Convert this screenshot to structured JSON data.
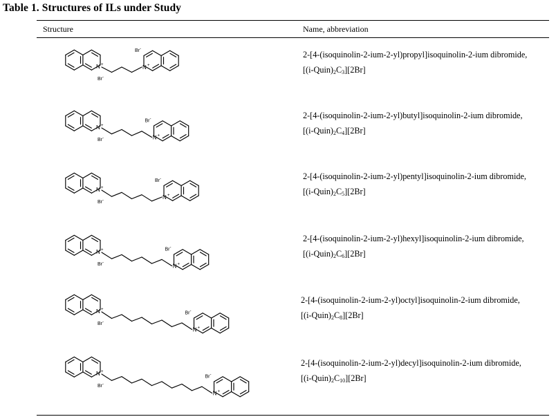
{
  "table": {
    "title": "Table 1. Structures of ILs under Study",
    "header": {
      "structure": "Structure",
      "name": "Name, abbreviation"
    },
    "rows": [
      {
        "chain_carbons": 3,
        "name": "2-[4-(isoquinolin-2-ium-2-yl)propyl]isoquinolin-2-ium dibromide,",
        "abbr_pre": "[(i-Quin)",
        "abbr_sub1": "2",
        "abbr_mid": "C",
        "abbr_sub2": "3",
        "abbr_post": "][2Br]"
      },
      {
        "chain_carbons": 4,
        "name": "2-[4-(isoquinolin-2-ium-2-yl)butyl]isoquinolin-2-ium dibromide,",
        "abbr_pre": "[(i-Quin)",
        "abbr_sub1": "2",
        "abbr_mid": "C",
        "abbr_sub2": "4",
        "abbr_post": "][2Br]"
      },
      {
        "chain_carbons": 5,
        "name": "2-[4-(isoquinolin-2-ium-2-yl)pentyl]isoquinolin-2-ium dibromide,",
        "abbr_pre": "[(i-Quin)",
        "abbr_sub1": "2",
        "abbr_mid": "C",
        "abbr_sub2": "5",
        "abbr_post": "][2Br]"
      },
      {
        "chain_carbons": 6,
        "name": "2-[4-(isoquinolin-2-ium-2-yl)hexyl]isoquinolin-2-ium dibromide,",
        "abbr_pre": "[(i-Quin)",
        "abbr_sub1": "2",
        "abbr_mid": "C",
        "abbr_sub2": "6",
        "abbr_post": "][2Br]"
      },
      {
        "chain_carbons": 8,
        "name": "2-[4-(isoquinolin-2-ium-2-yl)octyl]isoquinolin-2-ium dibromide,",
        "abbr_pre": "[(i-Quin)",
        "abbr_sub1": "2",
        "abbr_mid": "C",
        "abbr_sub2": "8",
        "abbr_post": "][2Br]"
      },
      {
        "chain_carbons": 10,
        "name": "2-[4-(isoquinolin-2-ium-2-yl)decyl]isoquinolin-2-ium dibromide,",
        "abbr_pre": "[(i-Quin)",
        "abbr_sub1": "2",
        "abbr_mid": "C",
        "abbr_sub2": "10",
        "abbr_post": "][2Br]"
      }
    ],
    "atom_labels": {
      "nitrogen": "N",
      "charge": "+",
      "bromide": "Br",
      "bromide_charge": "-"
    }
  }
}
